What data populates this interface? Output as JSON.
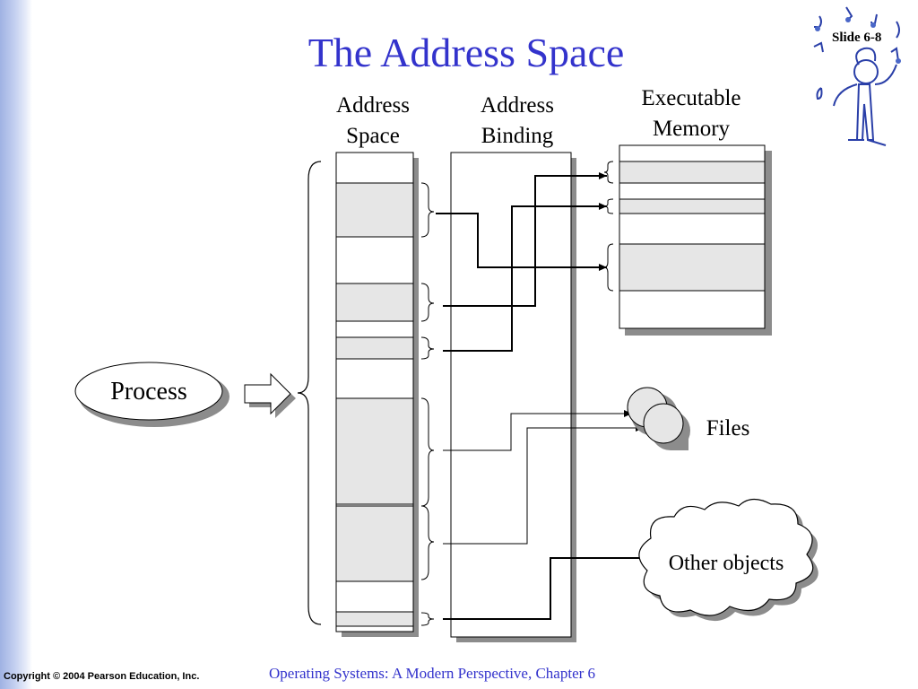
{
  "slide": {
    "title": "The Address Space",
    "slide_number": "Slide 6-8",
    "copyright": "Copyright © 2004 Pearson Education, Inc.",
    "course": "Operating Systems: A Modern Perspective, Chapter 6"
  },
  "diagram": {
    "col_address_space": "Address Space",
    "col_address_binding": "Address Binding",
    "col_executable_memory": "Executable Memory",
    "process_label": "Process",
    "files_label": "Files",
    "other_objects_label": "Other objects"
  },
  "colors": {
    "title": "#3333cc",
    "segment_fill": "#e6e6e6",
    "shadow": "#8c8c8c"
  },
  "icons": [
    "composer-clipart-icon"
  ]
}
